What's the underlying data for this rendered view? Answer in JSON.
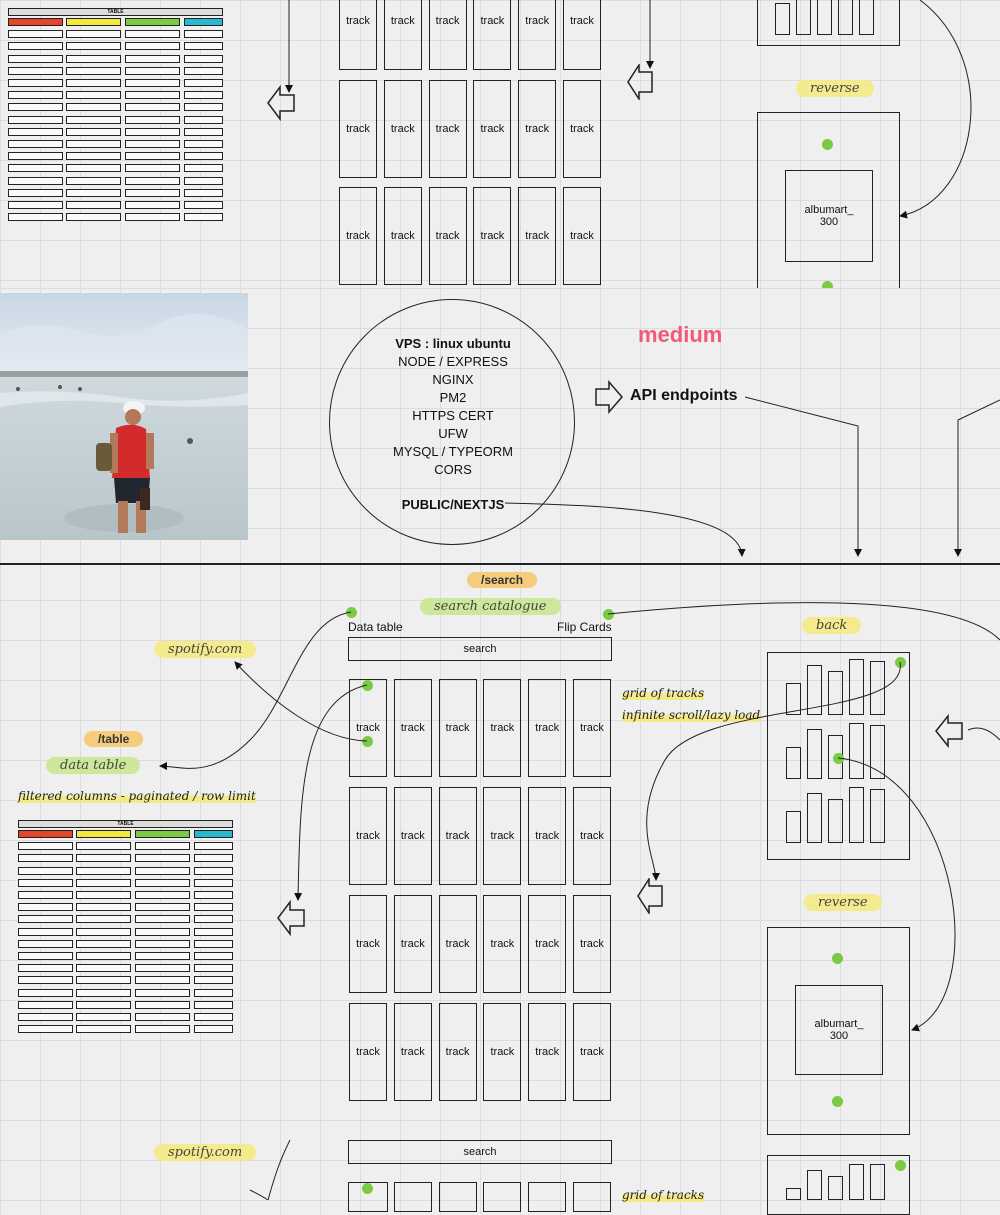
{
  "colors": {
    "accent_medium": "#f0597a",
    "highlight_yellow": "#f4ea7e",
    "highlight_green": "#c8e68c",
    "highlight_orange": "#f5c86e",
    "dot_green": "#7cc944",
    "table_red": "#e4462a",
    "table_yellow": "#f2ea3a",
    "table_green": "#7cc944",
    "table_cyan": "#28b8d0"
  },
  "top": {
    "table_title": "TABLE",
    "track_label": "track",
    "reverse_label": "reverse",
    "albumart_label": "albumart_\n300"
  },
  "server": {
    "photo_alt": "person standing on beach",
    "vps_title": "VPS : linux ubuntu",
    "stack": [
      "NODE / EXPRESS",
      "NGINX",
      "PM2",
      "HTTPS CERT",
      "UFW",
      "MYSQL / TYPEORM",
      "CORS"
    ],
    "public_label": "PUBLIC/NEXTJS",
    "medium_label": "medium",
    "api_label": "API endpoints"
  },
  "search_section": {
    "route": "/search",
    "subtitle": "search catalogue",
    "data_table_label": "Data table",
    "flip_cards_label": "Flip Cards",
    "search_placeholder": "search",
    "spotify_label": "spotify.com",
    "grid_note": "grid of tracks",
    "scroll_note": "infinite scroll/lazy load",
    "back_label": "back",
    "reverse_label": "reverse",
    "albumart_label": "albumart_\n300",
    "track_label": "track"
  },
  "table_section": {
    "route": "/table",
    "subtitle": "data table",
    "note": "filtered columns - paginated / row limit",
    "table_title": "TABLE"
  },
  "bottom": {
    "spotify_label": "spotify.com",
    "search_placeholder": "search",
    "grid_note": "grid of tracks"
  }
}
